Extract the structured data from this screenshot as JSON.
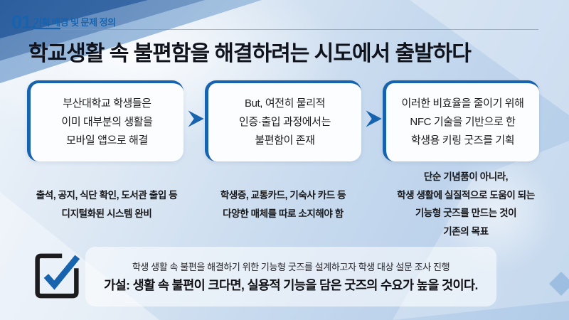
{
  "slide": {
    "section_number": "01.",
    "section_label": "기획 배경 및 문제 정의",
    "title": "학교생활 속 불편함을 해결하려는 시도에서 출발하다"
  },
  "flow": {
    "boxes": [
      {
        "lines": [
          "부산대학교 학생들은",
          "이미 대부분의 생활을",
          "모바일 앱으로 해결"
        ],
        "note_lines": [
          "출석, 공지, 식단 확인, 도서관 출입 등",
          "디지털화된 시스템 완비"
        ]
      },
      {
        "lines": [
          "But, 여전히 물리적",
          "인증·출입 과정에서는",
          "불편함이 존재"
        ],
        "note_lines": [
          "학생증, 교통카드, 기숙사 카드 등",
          "다양한 매체를 따로 소지해야 함"
        ]
      },
      {
        "lines": [
          "이러한 비효율을 줄이기 위해",
          "NFC 기술을 기반으로 한",
          "학생용 키링 굿즈를 기획"
        ],
        "note_lines": [
          "단순 기념품이 아니라,",
          "학생 생활에 실질적으로 도움이 되는",
          "기능형 굿즈를 만드는 것이",
          "기존의 목표"
        ]
      }
    ]
  },
  "footer": {
    "line1": "학생 생활 속 불편을 해결하기 위한 기능형 굿즈를 설계하고자 학생 대상 설문 조사 진행",
    "line2": "가설: 생활 속 불편이 크다면, 실용적 기능을 담은 굿즈의 수요가 높을 것이다."
  },
  "icons": {
    "arrow": "chevron-right-arrow",
    "checkbox": "checked-checkbox"
  },
  "colors": {
    "accent_blue": "#1763ae",
    "title_text": "#10131c",
    "background_blue": "#b1cbe8",
    "corner_dark_blue": "#2c5e9e",
    "box_background": "#fcfdfe"
  }
}
